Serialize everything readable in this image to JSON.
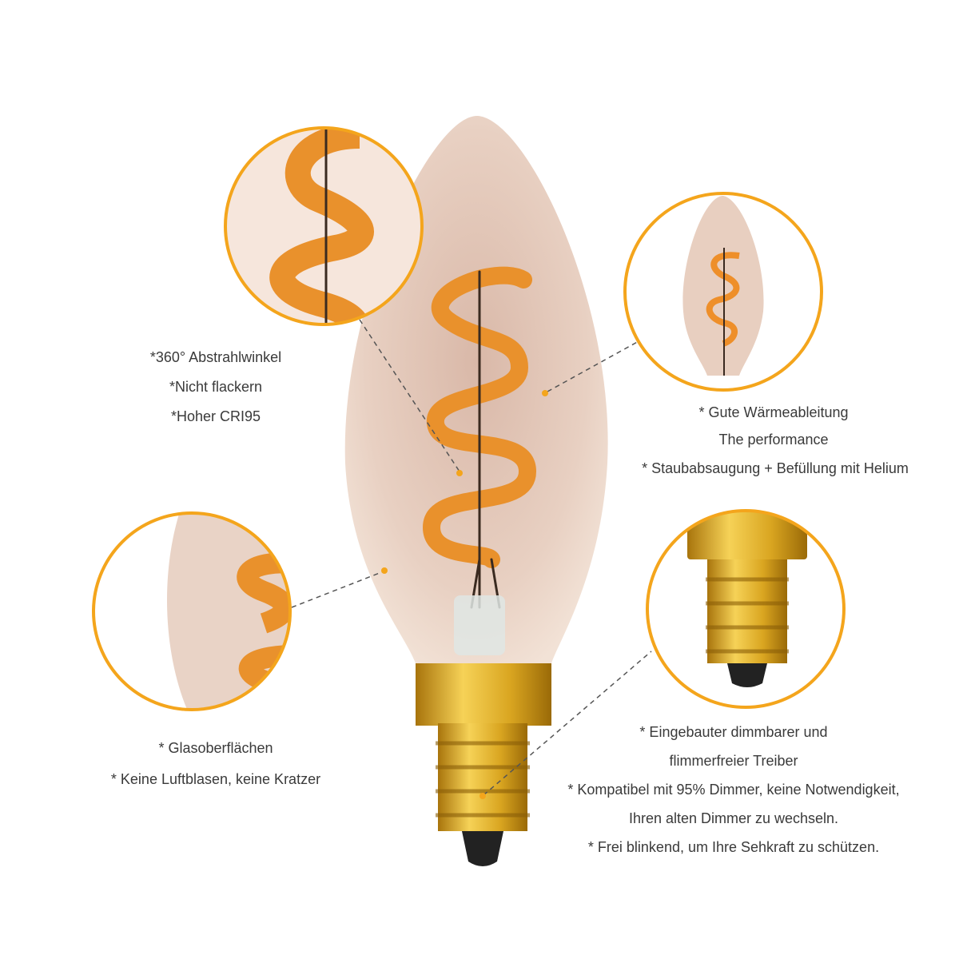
{
  "colors": {
    "accent_ring": "#f4a51c",
    "filament": "#e9912c",
    "glass": "#ead2c4",
    "base_gold": "#d9a520"
  },
  "callouts": {
    "top_left": [
      "*360° Abstrahlwinkel",
      "*Nicht flackern",
      "*Hoher CRI95"
    ],
    "top_right": [
      "* Gute Wärmeableitung",
      "The performance",
      "* Staubabsaugung + Befüllung mit Helium"
    ],
    "bottom_left": [
      "* Glasoberflächen",
      "* Keine Luftblasen, keine Kratzer"
    ],
    "bottom_right": [
      "* Eingebauter dimmbarer und",
      "flimmerfreier Treiber",
      "* Kompatibel mit 95% Dimmer, keine Notwendigkeit,",
      "Ihren alten Dimmer zu wechseln.",
      "* Frei blinkend, um Ihre Sehkraft zu schützen."
    ]
  }
}
